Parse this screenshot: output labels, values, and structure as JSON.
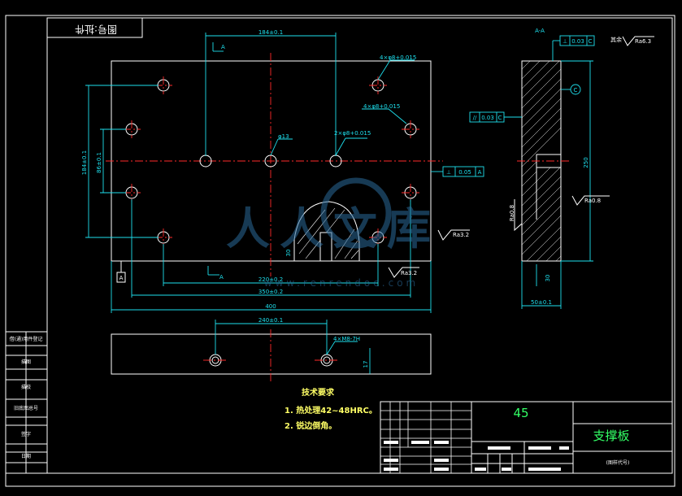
{
  "drawing": {
    "top_label": "图号:扯件",
    "part_name": "支撑板",
    "material": "45",
    "drawing_no": "(图样代号)",
    "section_label": "A-A",
    "tech_title": "技术要求",
    "tech_items": [
      "1. 热处理42~48HRC。",
      "2. 锐边倒角。"
    ],
    "side_labels": [
      "借(通)用件登记",
      "描图",
      "描校",
      "旧底图总号",
      "签字",
      "日期"
    ]
  },
  "dims": {
    "top_width": "184±0.1",
    "height_outer": "184±0.1",
    "height_inner": "86±0.1",
    "bottom_width": "220±0.2",
    "width_362": "350±0.2",
    "total_width": "400",
    "hole_spacing": "240±0.1",
    "holes_a": "4×φ8+0.015",
    "holes_b": "4×φ8+0.015",
    "holes_c": "2×φ8+0.015",
    "center_hole": "φ13",
    "thread": "4×M8-7H",
    "depth": "30",
    "depth2": "17",
    "slot": "30",
    "side_height": "250",
    "side_width": "50±0.1",
    "side_small": "30",
    "rough_all": "其余",
    "rough_63": "Ra6.3",
    "rough_32a": "Ra3.2",
    "rough_32b": "Ra3.2",
    "rough_08a": "Ra0.8",
    "rough_08b": "Ra0.8",
    "gdt_perp_top": "0.03",
    "gdt_perp_mid": "0.05",
    "gdt_par": "0.03",
    "datum_a": "A",
    "datum_c": "C",
    "cut_a": "A"
  },
  "watermark": {
    "text": "人人文库",
    "url": "www.renrendoc.com"
  }
}
